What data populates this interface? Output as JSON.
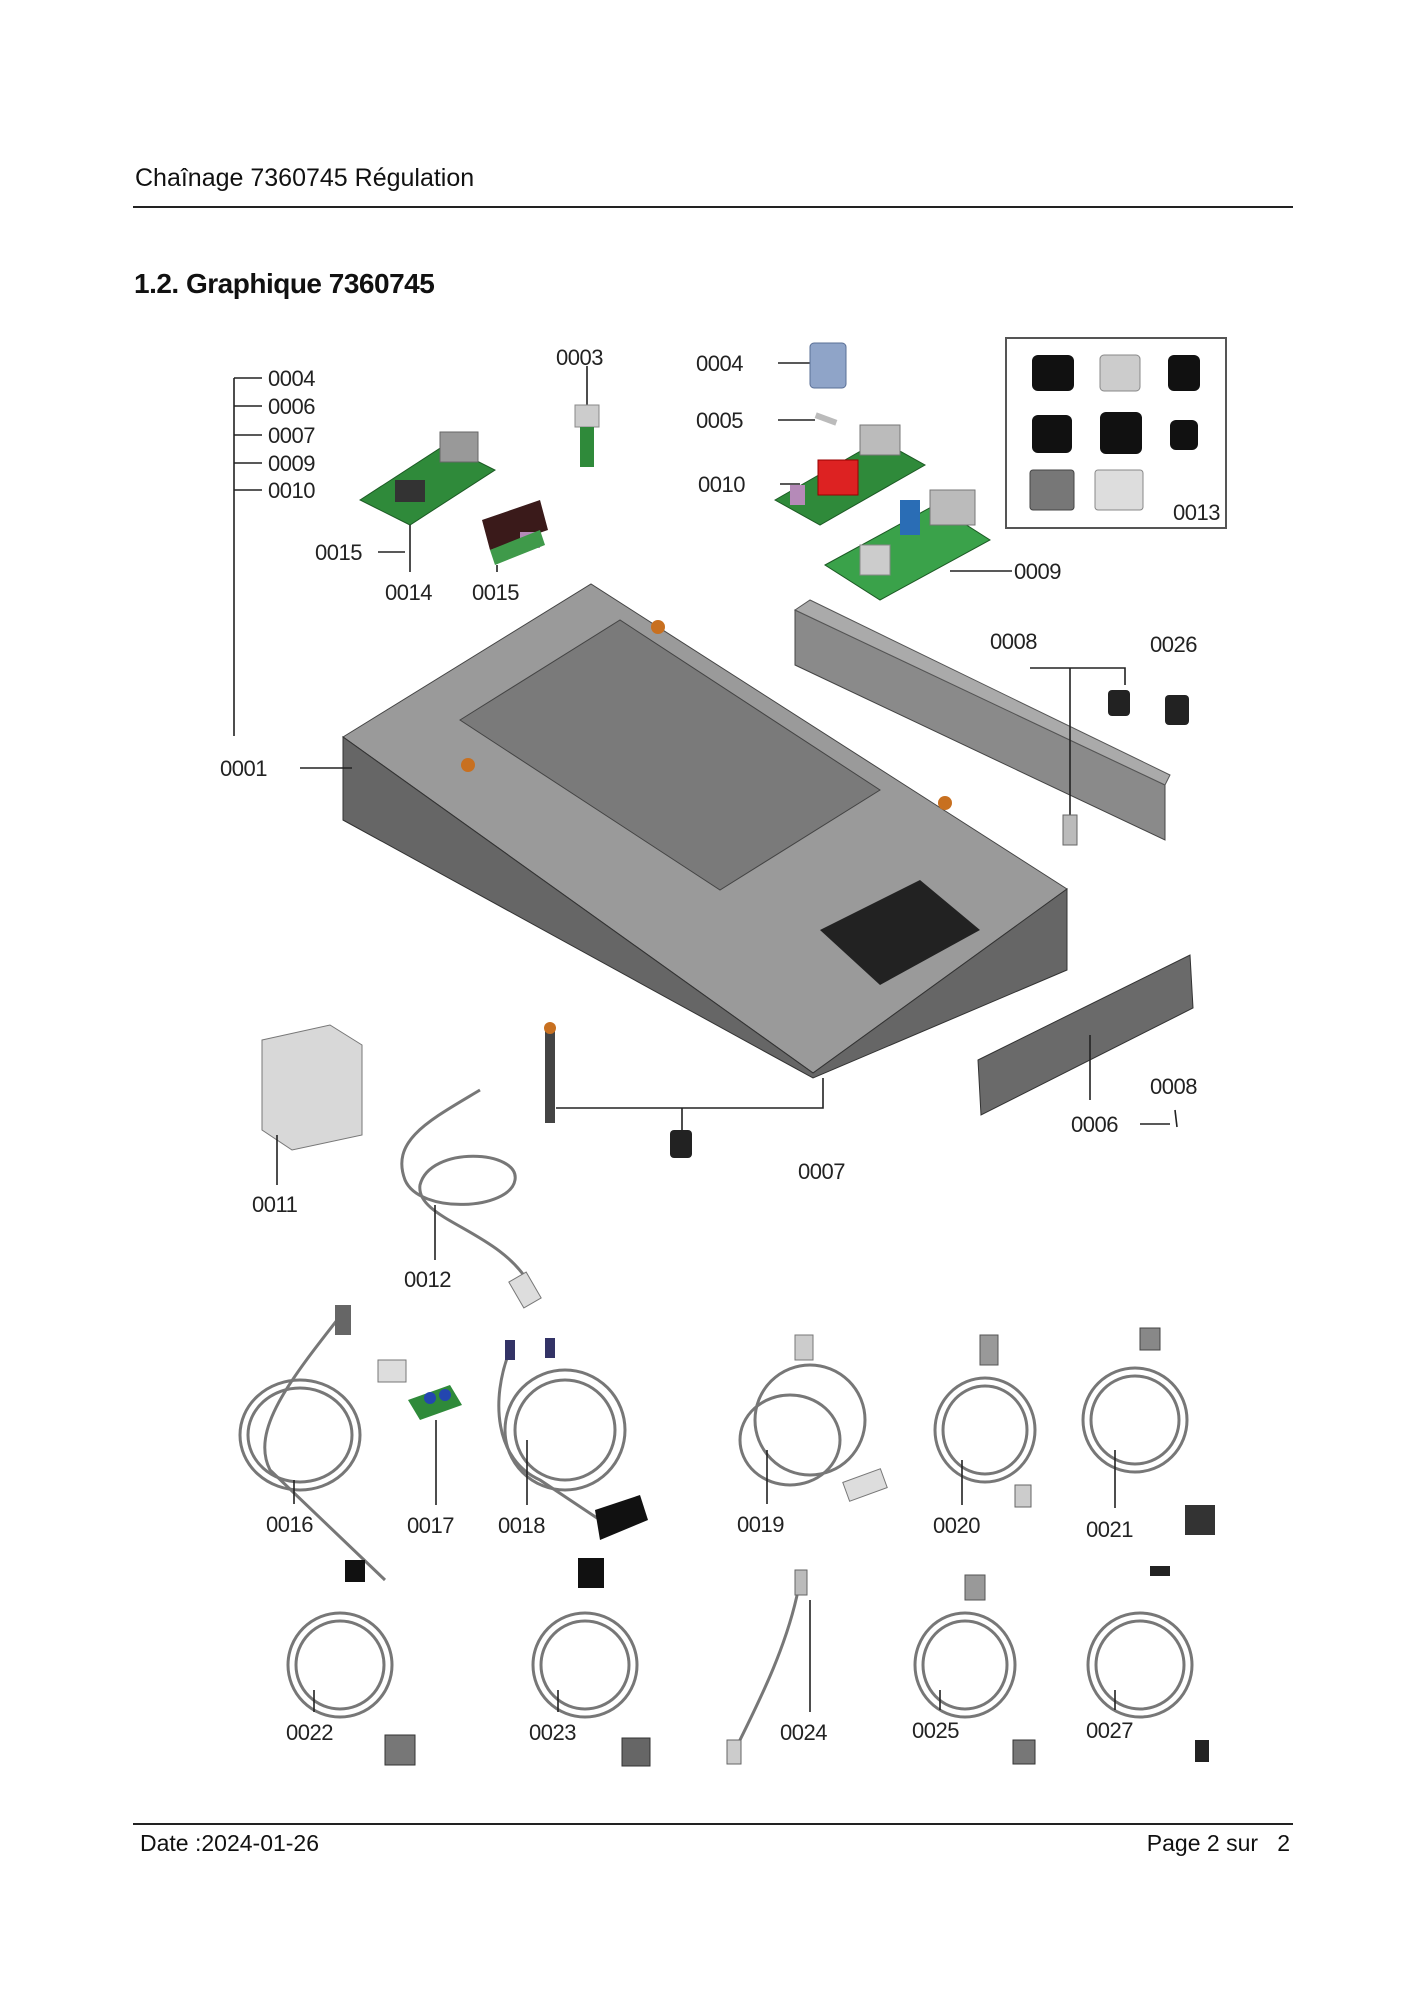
{
  "header": {
    "title": "Chaînage 7360745 Régulation"
  },
  "section_title": "1.2. Graphique 7360745",
  "diagram": {
    "left_list": [
      "0004",
      "0006",
      "0007",
      "0009",
      "0010"
    ],
    "callouts": {
      "c0003": "0003",
      "c0004": "0004",
      "c0005": "0005",
      "c0010": "0010",
      "c0013": "0013",
      "c0009": "0009",
      "c0015a": "0015",
      "c0014": "0014",
      "c0015b": "0015",
      "c0008a": "0008",
      "c0026": "0026",
      "c0001": "0001",
      "c0011": "0011",
      "c0012": "0012",
      "c0007": "0007",
      "c0006": "0006",
      "c0008b": "0008",
      "c0016": "0016",
      "c0017": "0017",
      "c0018": "0018",
      "c0019": "0019",
      "c0020": "0020",
      "c0021": "0021",
      "c0022": "0022",
      "c0023": "0023",
      "c0024": "0024",
      "c0025": "0025",
      "c0027": "0027"
    }
  },
  "footer": {
    "date": "Date :2024-01-26",
    "page": "Page 2 sur   2"
  }
}
